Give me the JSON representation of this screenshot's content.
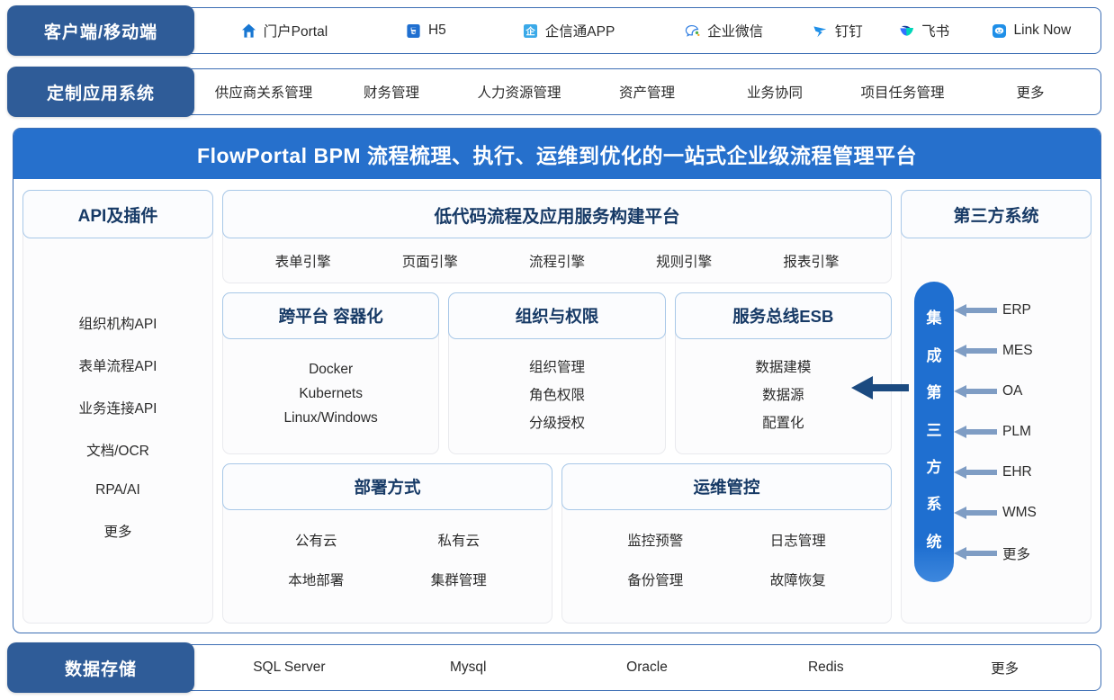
{
  "client_row": {
    "label": "客户端/移动端",
    "items": [
      {
        "text": "门户Portal",
        "icon": "home-icon"
      },
      {
        "text": "H5",
        "icon": "html5-icon"
      },
      {
        "text": "企信通APP",
        "icon": "qixintong-icon"
      },
      {
        "text": "企业微信",
        "icon": "wecom-icon"
      },
      {
        "text": "钉钉",
        "icon": "dingtalk-icon"
      },
      {
        "text": "飞书",
        "icon": "feishu-icon"
      },
      {
        "text": "Link Now",
        "icon": "linknow-icon"
      }
    ]
  },
  "custom_row": {
    "label": "定制应用系统",
    "items": [
      "供应商关系管理",
      "财务管理",
      "人力资源管理",
      "资产管理",
      "业务协同",
      "项目任务管理",
      "更多"
    ]
  },
  "platform": {
    "banner": "FlowPortal BPM 流程梳理、执行、运维到优化的一站式企业级流程管理平台",
    "api_card": {
      "title": "API及插件",
      "items": [
        "组织机构API",
        "表单流程API",
        "业务连接API",
        "文档/OCR",
        "RPA/AI",
        "更多"
      ]
    },
    "lowcode_card": {
      "title": "低代码流程及应用服务构建平台",
      "engines": [
        "表单引擎",
        "页面引擎",
        "流程引擎",
        "规则引擎",
        "报表引擎"
      ]
    },
    "mid_cards": [
      {
        "title": "跨平台 容器化",
        "items": [
          "Docker",
          "Kubernets",
          "Linux/Windows"
        ]
      },
      {
        "title": "组织与权限",
        "items": [
          "组织管理",
          "角色权限",
          "分级授权"
        ]
      },
      {
        "title": "服务总线ESB",
        "items": [
          "数据建模",
          "数据源",
          "配置化"
        ]
      }
    ],
    "bottom_cards": [
      {
        "title": "部署方式",
        "items": [
          "公有云",
          "私有云",
          "本地部署",
          "集群管理"
        ]
      },
      {
        "title": "运维管控",
        "items": [
          "监控预警",
          "日志管理",
          "备份管理",
          "故障恢复"
        ]
      }
    ],
    "third_party_card": {
      "title": "第三方系统",
      "pillar_text": [
        "集",
        "成",
        "第",
        "三",
        "方",
        "系",
        "统"
      ],
      "systems": [
        "ERP",
        "MES",
        "OA",
        "PLM",
        "EHR",
        "WMS",
        "更多"
      ]
    }
  },
  "storage_row": {
    "label": "数据存储",
    "items": [
      "SQL Server",
      "Mysql",
      "Oracle",
      "Redis",
      "更多"
    ]
  },
  "colors": {
    "label_blue": "#2f5c98",
    "banner_blue": "#2670cc",
    "frame_blue": "#3c6eb4",
    "card_head_border": "#a8c8e8",
    "card_head_text": "#173a66",
    "pillar_blue": "#1f6fd0",
    "big_arrow": "#1b4a80",
    "small_arrow": "#7f9dc4"
  }
}
